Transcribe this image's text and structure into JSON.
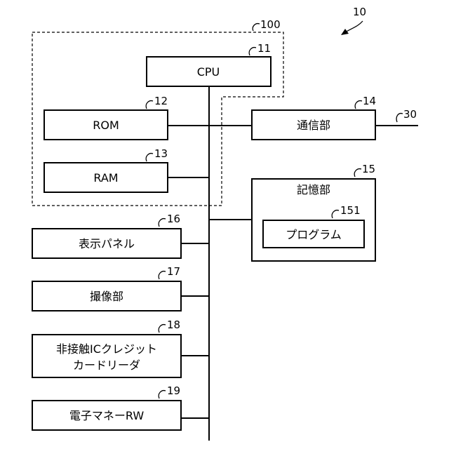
{
  "diagram": {
    "system_ref": "10",
    "group_ref": "100",
    "external_ref": "30",
    "blocks": {
      "cpu": {
        "label": "CPU",
        "ref": "11"
      },
      "rom": {
        "label": "ROM",
        "ref": "12"
      },
      "ram": {
        "label": "RAM",
        "ref": "13"
      },
      "comm": {
        "label": "通信部",
        "ref": "14"
      },
      "storage": {
        "label": "記憶部",
        "ref": "15"
      },
      "program": {
        "label": "プログラム",
        "ref": "151"
      },
      "display": {
        "label": "表示パネル",
        "ref": "16"
      },
      "camera": {
        "label": "撮像部",
        "ref": "17"
      },
      "reader": {
        "label_line1": "非接触ICクレジット",
        "label_line2": "カードリーダ",
        "ref": "18"
      },
      "emoney": {
        "label": "電子マネーRW",
        "ref": "19"
      }
    }
  }
}
